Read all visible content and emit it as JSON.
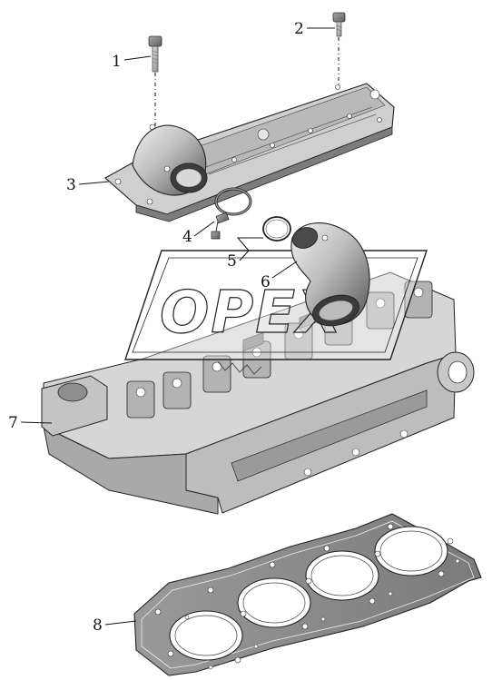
{
  "watermark": {
    "text": "OPEX"
  },
  "callouts": [
    {
      "id": "1",
      "label": "1"
    },
    {
      "id": "2",
      "label": "2"
    },
    {
      "id": "3",
      "label": "3"
    },
    {
      "id": "4",
      "label": "4"
    },
    {
      "id": "5",
      "label": "5"
    },
    {
      "id": "6",
      "label": "6"
    },
    {
      "id": "7",
      "label": "7"
    },
    {
      "id": "8",
      "label": "8"
    }
  ]
}
